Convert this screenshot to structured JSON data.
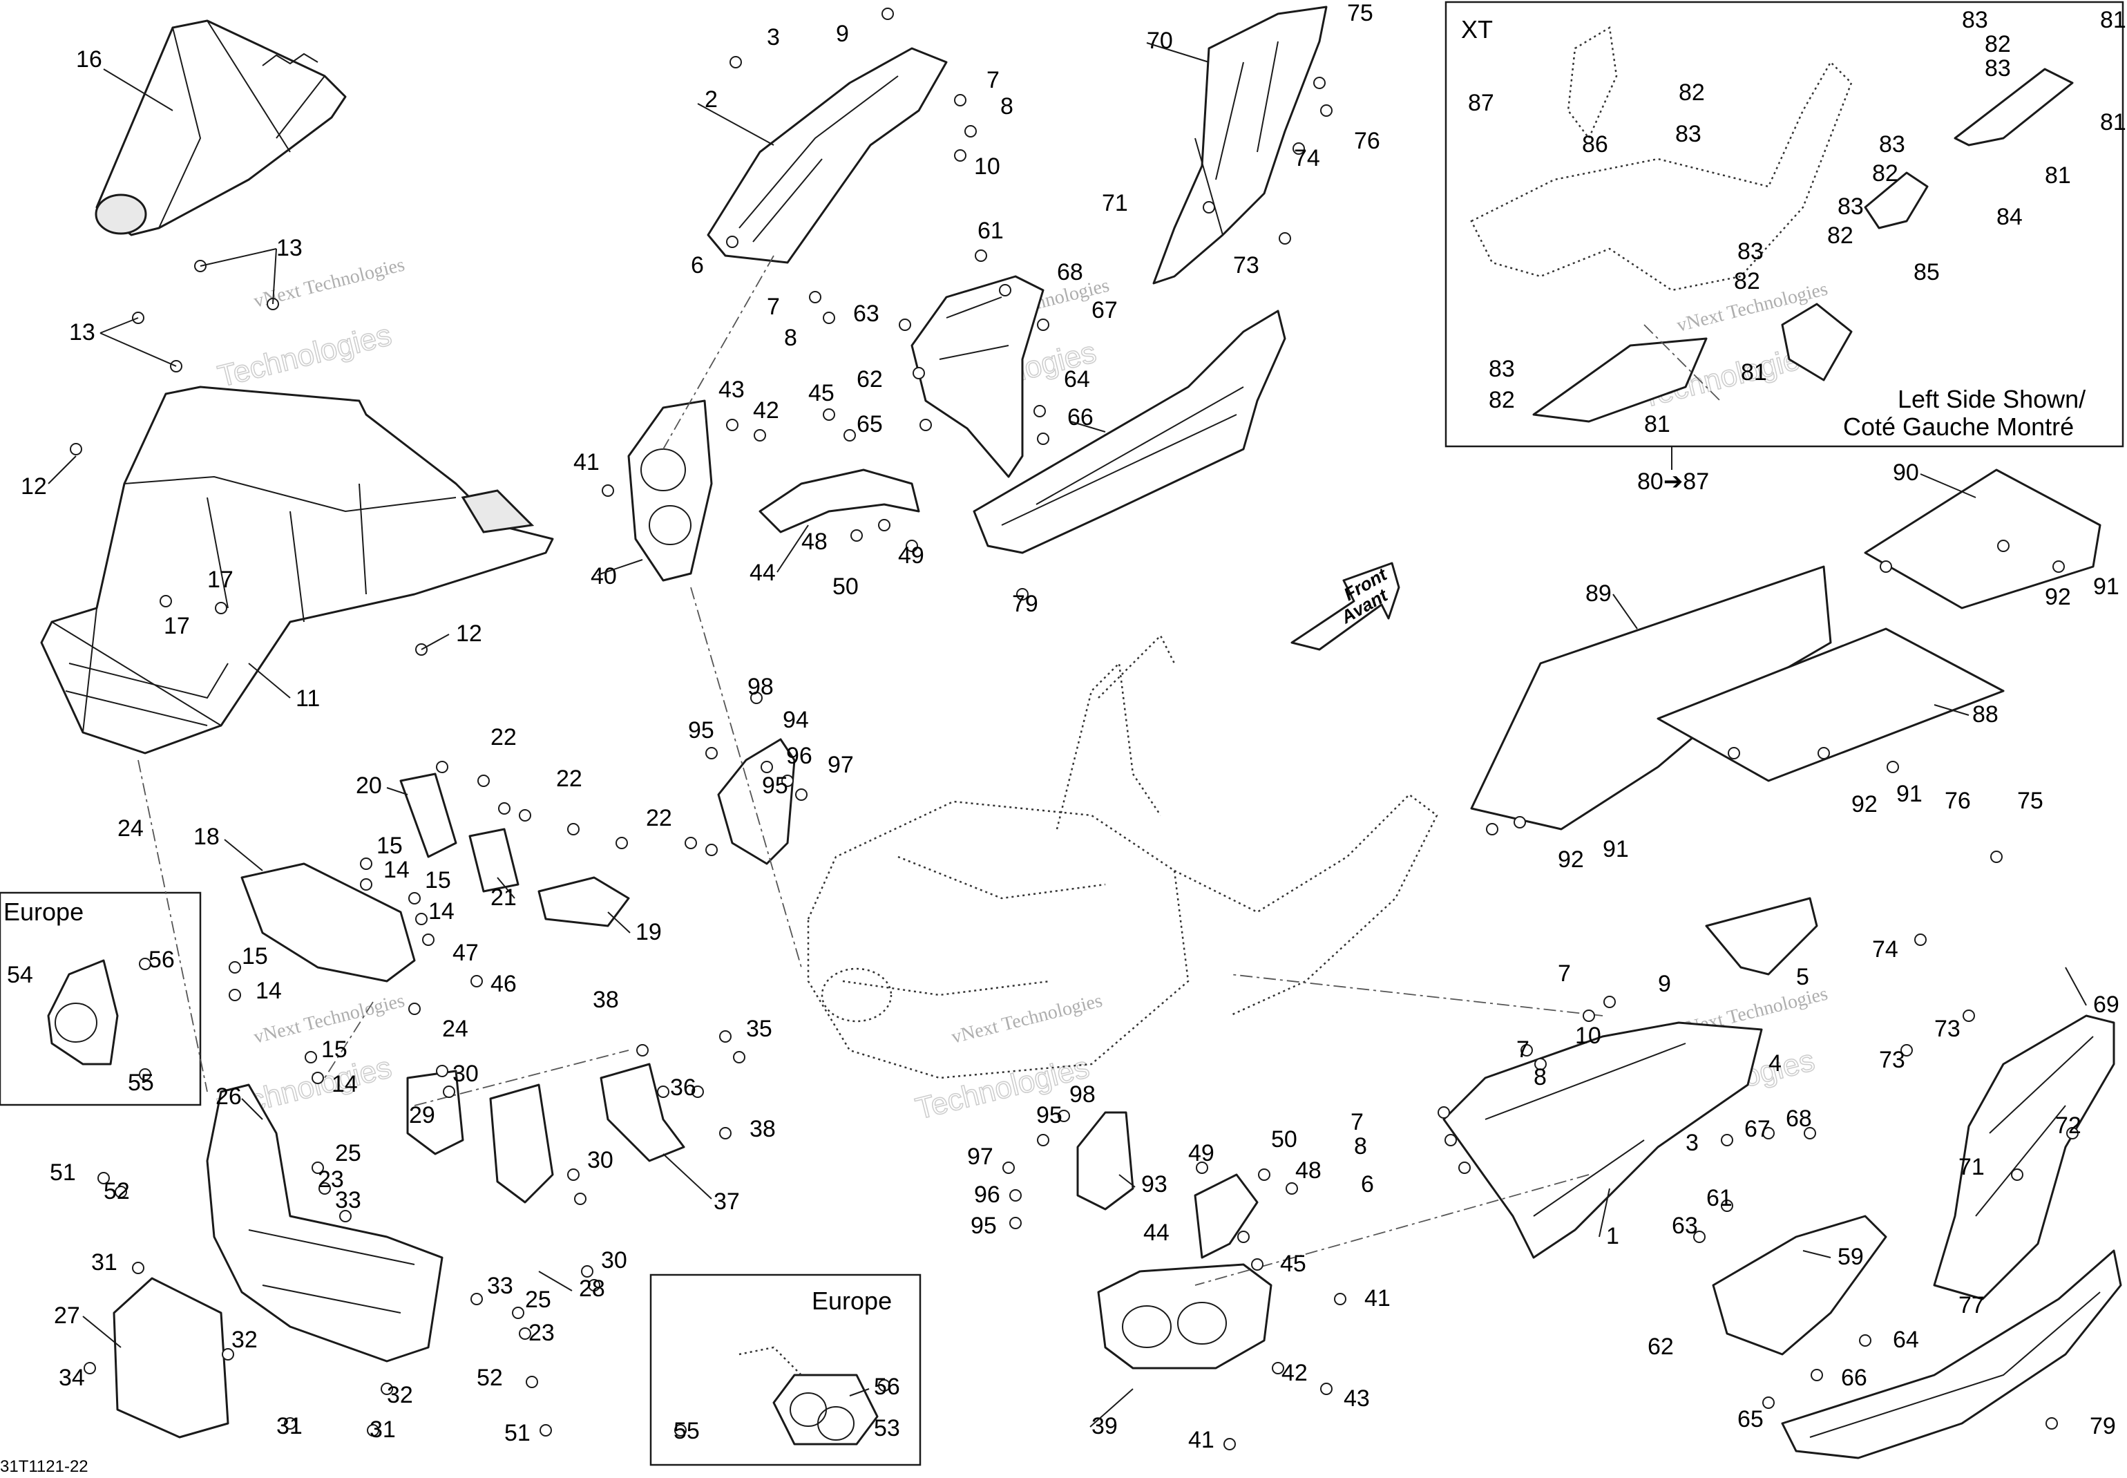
{
  "figure_code": "31T1121-22",
  "insets": {
    "xt": {
      "title": "XT",
      "caption_line1": "Left Side Shown/",
      "caption_line2": "Coté Gauche Montré",
      "range_label": "80➔87"
    },
    "europe_left": {
      "title": "Europe"
    },
    "europe_bottom": {
      "title": "Europe"
    }
  },
  "direction": {
    "line1": "Front",
    "line2": "Avant"
  },
  "watermark": {
    "line1": "vNext Technologies",
    "line2": "Technologies"
  },
  "callouts": {
    "n1": "1",
    "n2": "2",
    "n3": "3",
    "n4": "4",
    "n5": "5",
    "n6": "6",
    "n7": "7",
    "n8": "8",
    "n9": "9",
    "n10": "10",
    "n11": "11",
    "n12": "12",
    "n13": "13",
    "n14": "14",
    "n15": "15",
    "n16": "16",
    "n17": "17",
    "n18": "18",
    "n19": "19",
    "n20": "20",
    "n21": "21",
    "n22": "22",
    "n23": "23",
    "n24": "24",
    "n25": "25",
    "n26": "26",
    "n27": "27",
    "n28": "28",
    "n29": "29",
    "n30": "30",
    "n31": "31",
    "n32": "32",
    "n33": "33",
    "n34": "34",
    "n35": "35",
    "n36": "36",
    "n37": "37",
    "n38": "38",
    "n39": "39",
    "n40": "40",
    "n41": "41",
    "n42": "42",
    "n43": "43",
    "n44": "44",
    "n45": "45",
    "n46": "46",
    "n47": "47",
    "n48": "48",
    "n49": "49",
    "n50": "50",
    "n51": "51",
    "n52": "52",
    "n53": "53",
    "n54": "54",
    "n55": "55",
    "n56": "56",
    "n59": "59",
    "n61": "61",
    "n62": "62",
    "n63": "63",
    "n64": "64",
    "n65": "65",
    "n66": "66",
    "n67": "67",
    "n68": "68",
    "n69": "69",
    "n70": "70",
    "n71": "71",
    "n72": "72",
    "n73": "73",
    "n74": "74",
    "n75": "75",
    "n76": "76",
    "n77": "77",
    "n79": "79",
    "n81": "81",
    "n82": "82",
    "n83": "83",
    "n84": "84",
    "n85": "85",
    "n86": "86",
    "n87": "87",
    "n88": "88",
    "n89": "89",
    "n90": "90",
    "n91": "91",
    "n92": "92",
    "n93": "93",
    "n94": "94",
    "n95": "95",
    "n96": "96",
    "n97": "97",
    "n98": "98"
  }
}
